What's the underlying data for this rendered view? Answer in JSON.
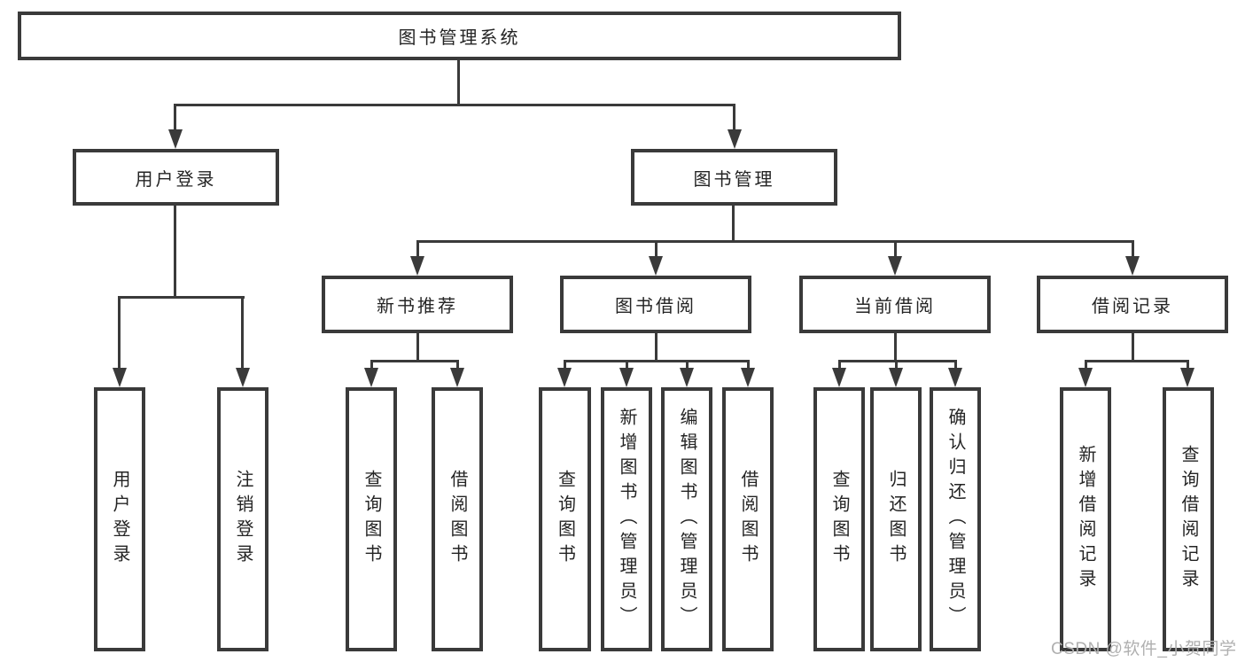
{
  "diagram_type": "tree-diagram",
  "colors": {
    "line": "#3a3a3a",
    "text": "#242424",
    "background": "#ffffff",
    "watermark": "#b0b0b0"
  },
  "tree": {
    "label": "图书管理系统",
    "children": [
      {
        "label": "用户登录",
        "children": [
          {
            "label": "用户登录"
          },
          {
            "label": "注销登录"
          }
        ]
      },
      {
        "label": "图书管理",
        "children": [
          {
            "label": "新书推荐",
            "children": [
              {
                "label": "查询图书"
              },
              {
                "label": "借阅图书"
              }
            ]
          },
          {
            "label": "图书借阅",
            "children": [
              {
                "label": "查询图书"
              },
              {
                "label": "新增图书（管理员）"
              },
              {
                "label": "编辑图书（管理员）"
              },
              {
                "label": "借阅图书"
              }
            ]
          },
          {
            "label": "当前借阅",
            "children": [
              {
                "label": "查询图书"
              },
              {
                "label": "归还图书"
              },
              {
                "label": "确认归还（管理员）"
              }
            ]
          },
          {
            "label": "借阅记录",
            "children": [
              {
                "label": "新增借阅记录"
              },
              {
                "label": "查询借阅记录"
              }
            ]
          }
        ]
      }
    ]
  },
  "watermark": {
    "text": "CSDN @软件_小贺同学"
  }
}
